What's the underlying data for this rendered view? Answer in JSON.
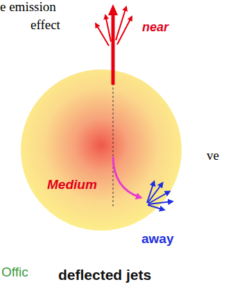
{
  "diagram": {
    "nodes": [
      {
        "text": [
          "Medium"
        ]
      }
    ],
    "labels": [
      "e emission",
      "effect",
      "near",
      "ve",
      "away",
      "Offic",
      "deflected jets"
    ]
  }
}
